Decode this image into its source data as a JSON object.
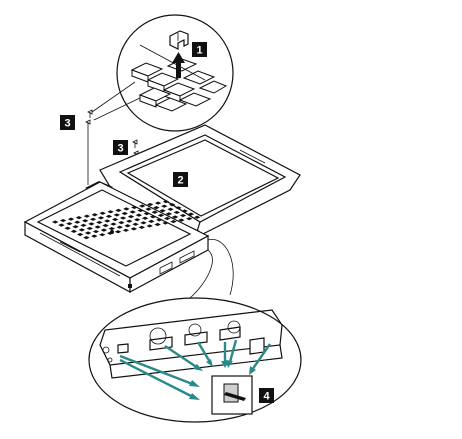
{
  "callouts": [
    {
      "id": "step-1",
      "text": "1"
    },
    {
      "id": "step-2",
      "text": "2"
    },
    {
      "id": "step-3-left",
      "text": "3"
    },
    {
      "id": "step-3-center",
      "text": "3"
    },
    {
      "id": "step-4",
      "text": "4"
    }
  ],
  "colors": {
    "line": "#111111",
    "arrow": "#2a8a8a",
    "background": "#ffffff"
  }
}
